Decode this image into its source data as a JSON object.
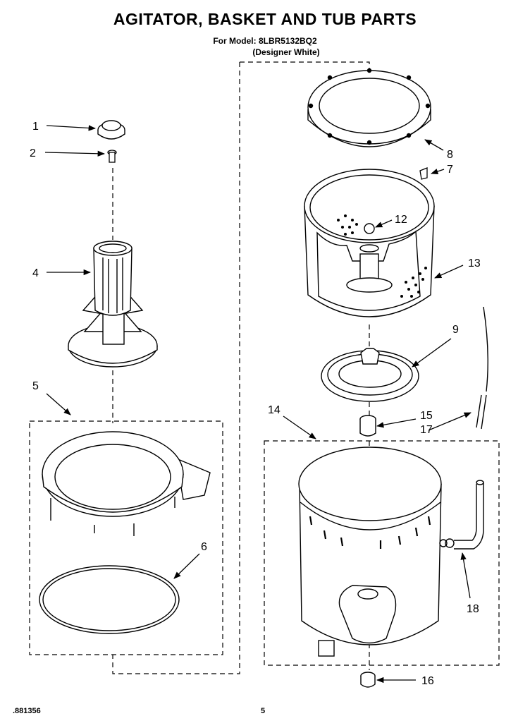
{
  "header": {
    "title": "AGITATOR, BASKET AND TUB PARTS",
    "model_line": "For Model: 8LBR5132BQ2",
    "color_line": "(Designer White)"
  },
  "callouts": [
    "1",
    "2",
    "4",
    "5",
    "6",
    "8",
    "7",
    "12",
    "13",
    "9",
    "14",
    "15",
    "17",
    "18",
    "16"
  ],
  "footer": {
    "doc_number": ".881356",
    "page_number": "5"
  }
}
